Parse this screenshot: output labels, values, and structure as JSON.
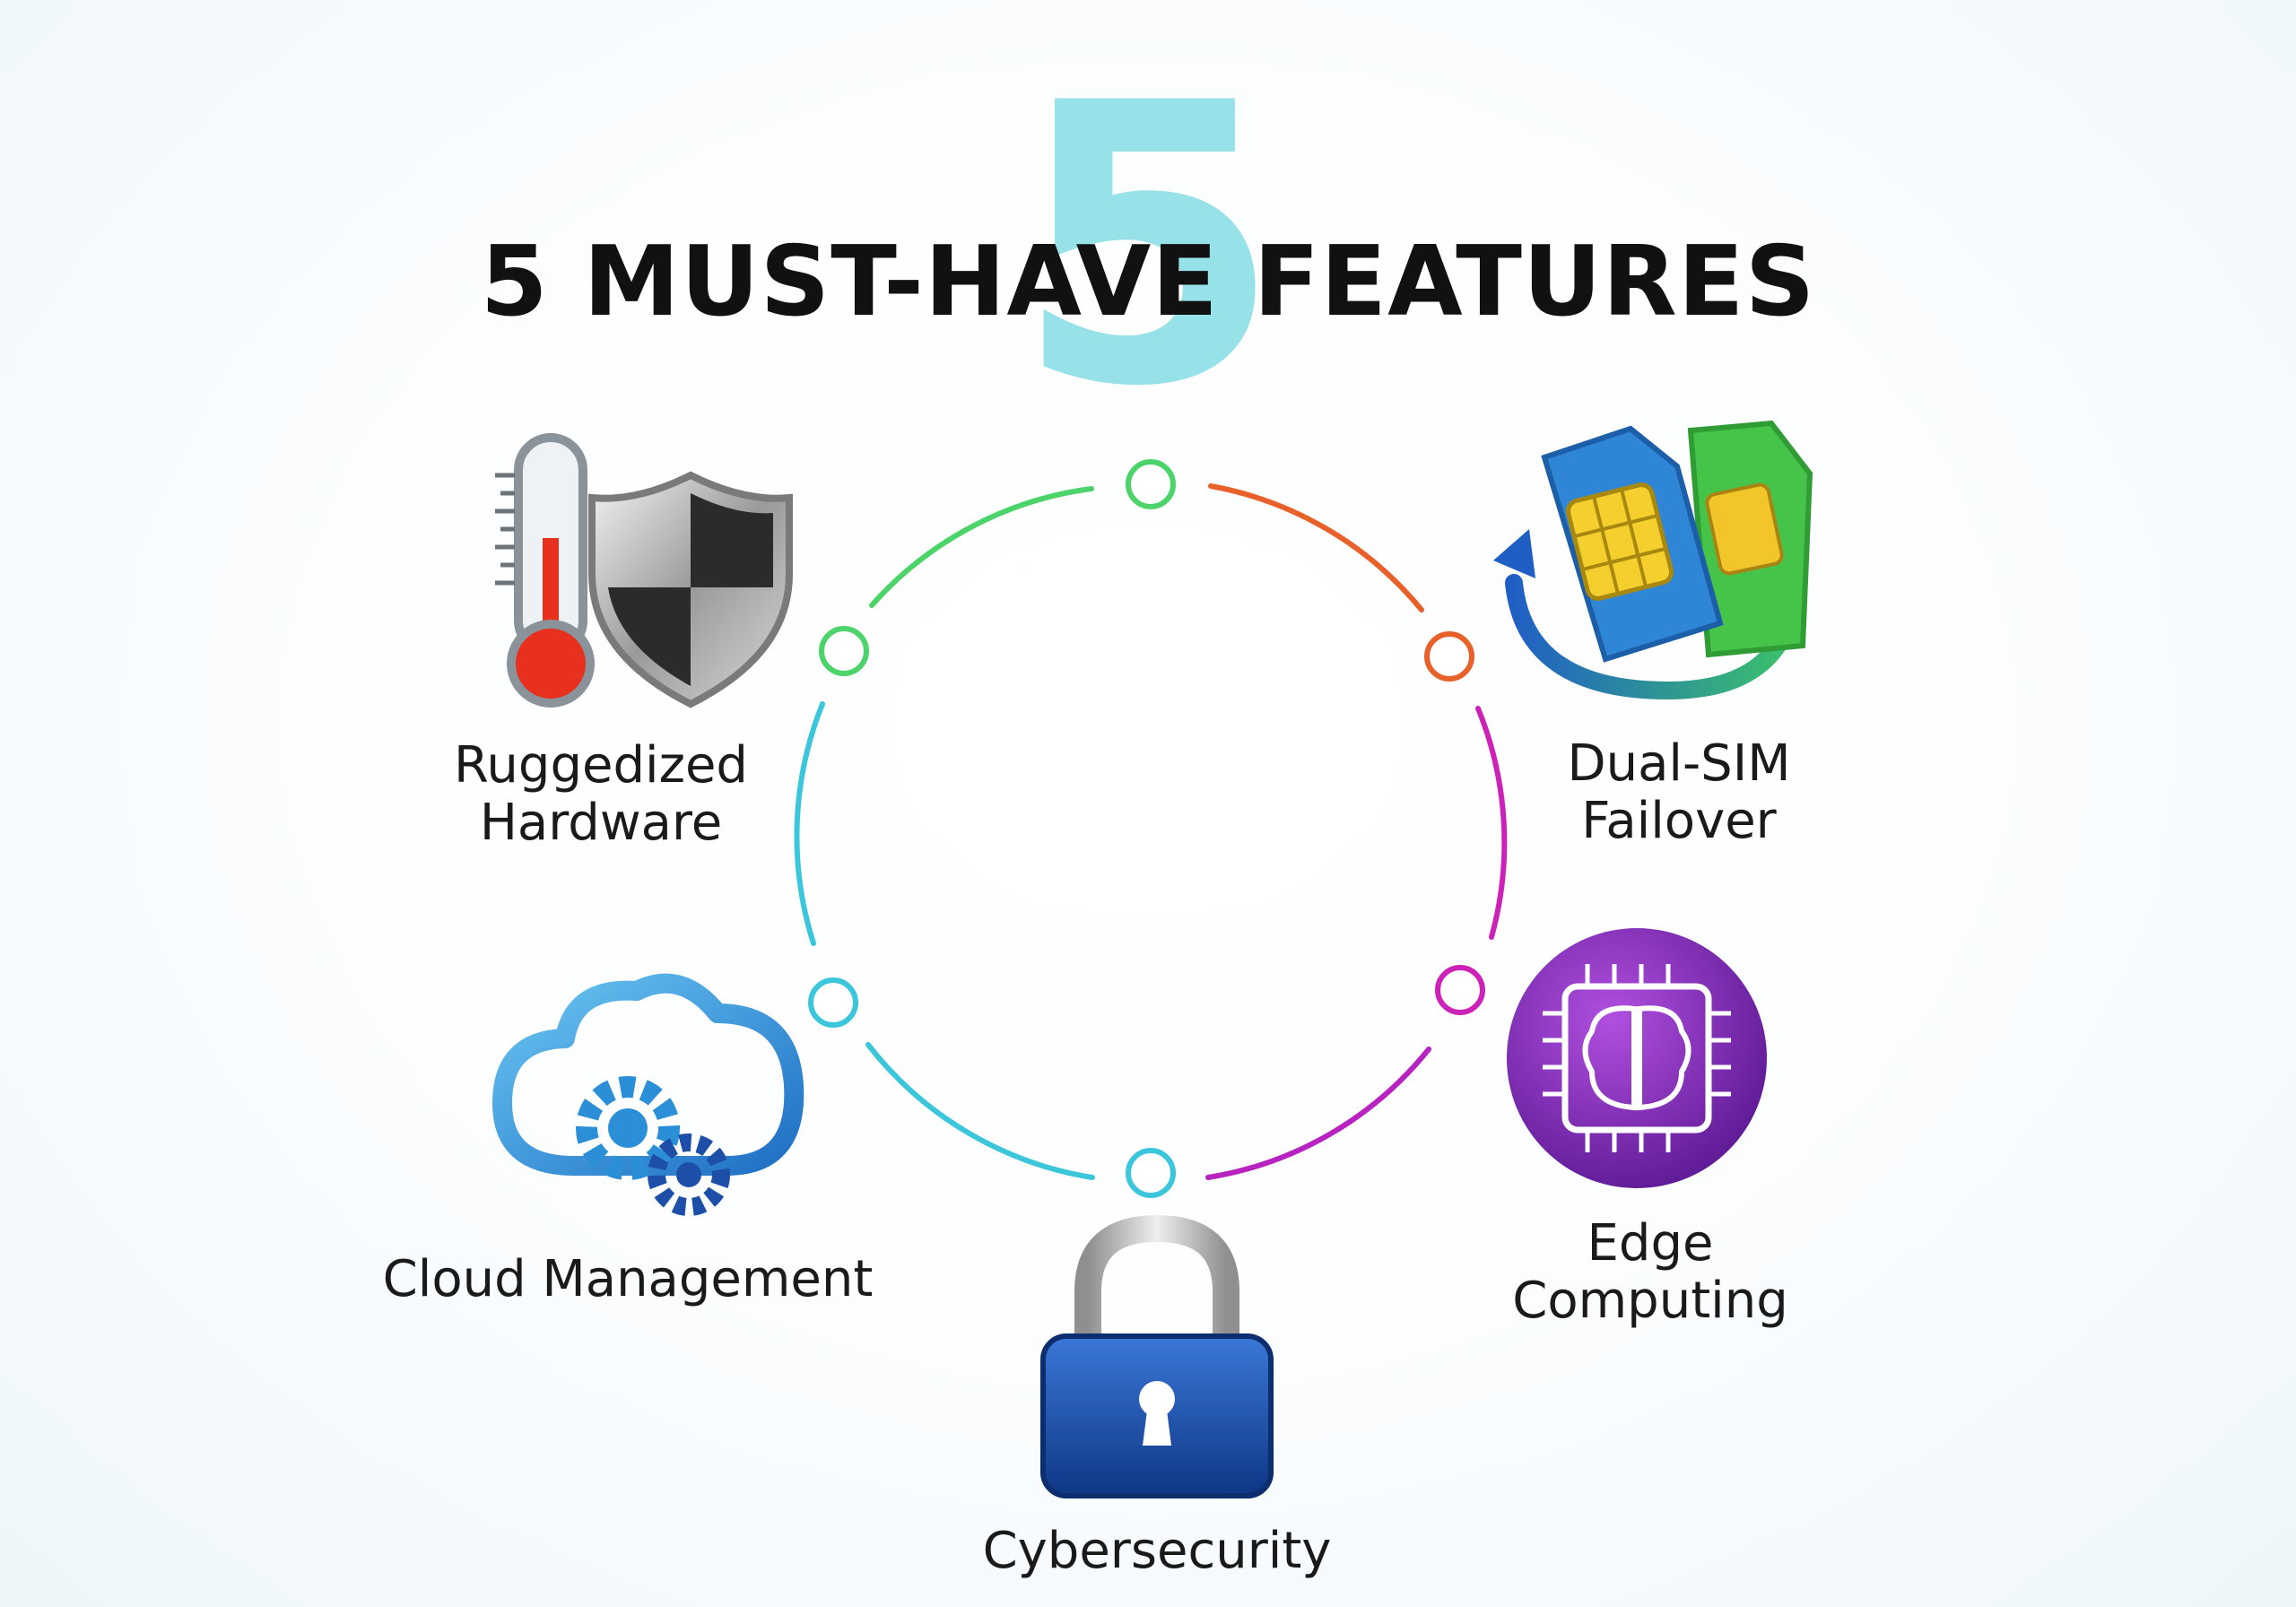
{
  "header": {
    "big_number": "5",
    "title": "5 MUST-HAVE FEATURES"
  },
  "features": [
    {
      "line1": "Ruggedized",
      "line2": "Hardware",
      "icon": "thermometer-shield-icon"
    },
    {
      "line1": "Dual-SIM",
      "line2": "Failover",
      "icon": "sim-cards-icon"
    },
    {
      "line1": "Edge",
      "line2": "Computing",
      "icon": "ai-chip-brain-icon"
    },
    {
      "line1": "Cybersecurity",
      "line2": "",
      "icon": "padlock-icon"
    },
    {
      "line1": "Cloud Management",
      "line2": "",
      "icon": "cloud-gears-icon"
    }
  ],
  "colors": {
    "green": "#4cd36a",
    "orange": "#e8602a",
    "magenta": "#cc22b8",
    "cyan": "#3cc6dc",
    "lock_blue": "#1d4fa8",
    "cloud_blue": "#2a8fd6",
    "chip_purple": "#8a2fc0"
  }
}
